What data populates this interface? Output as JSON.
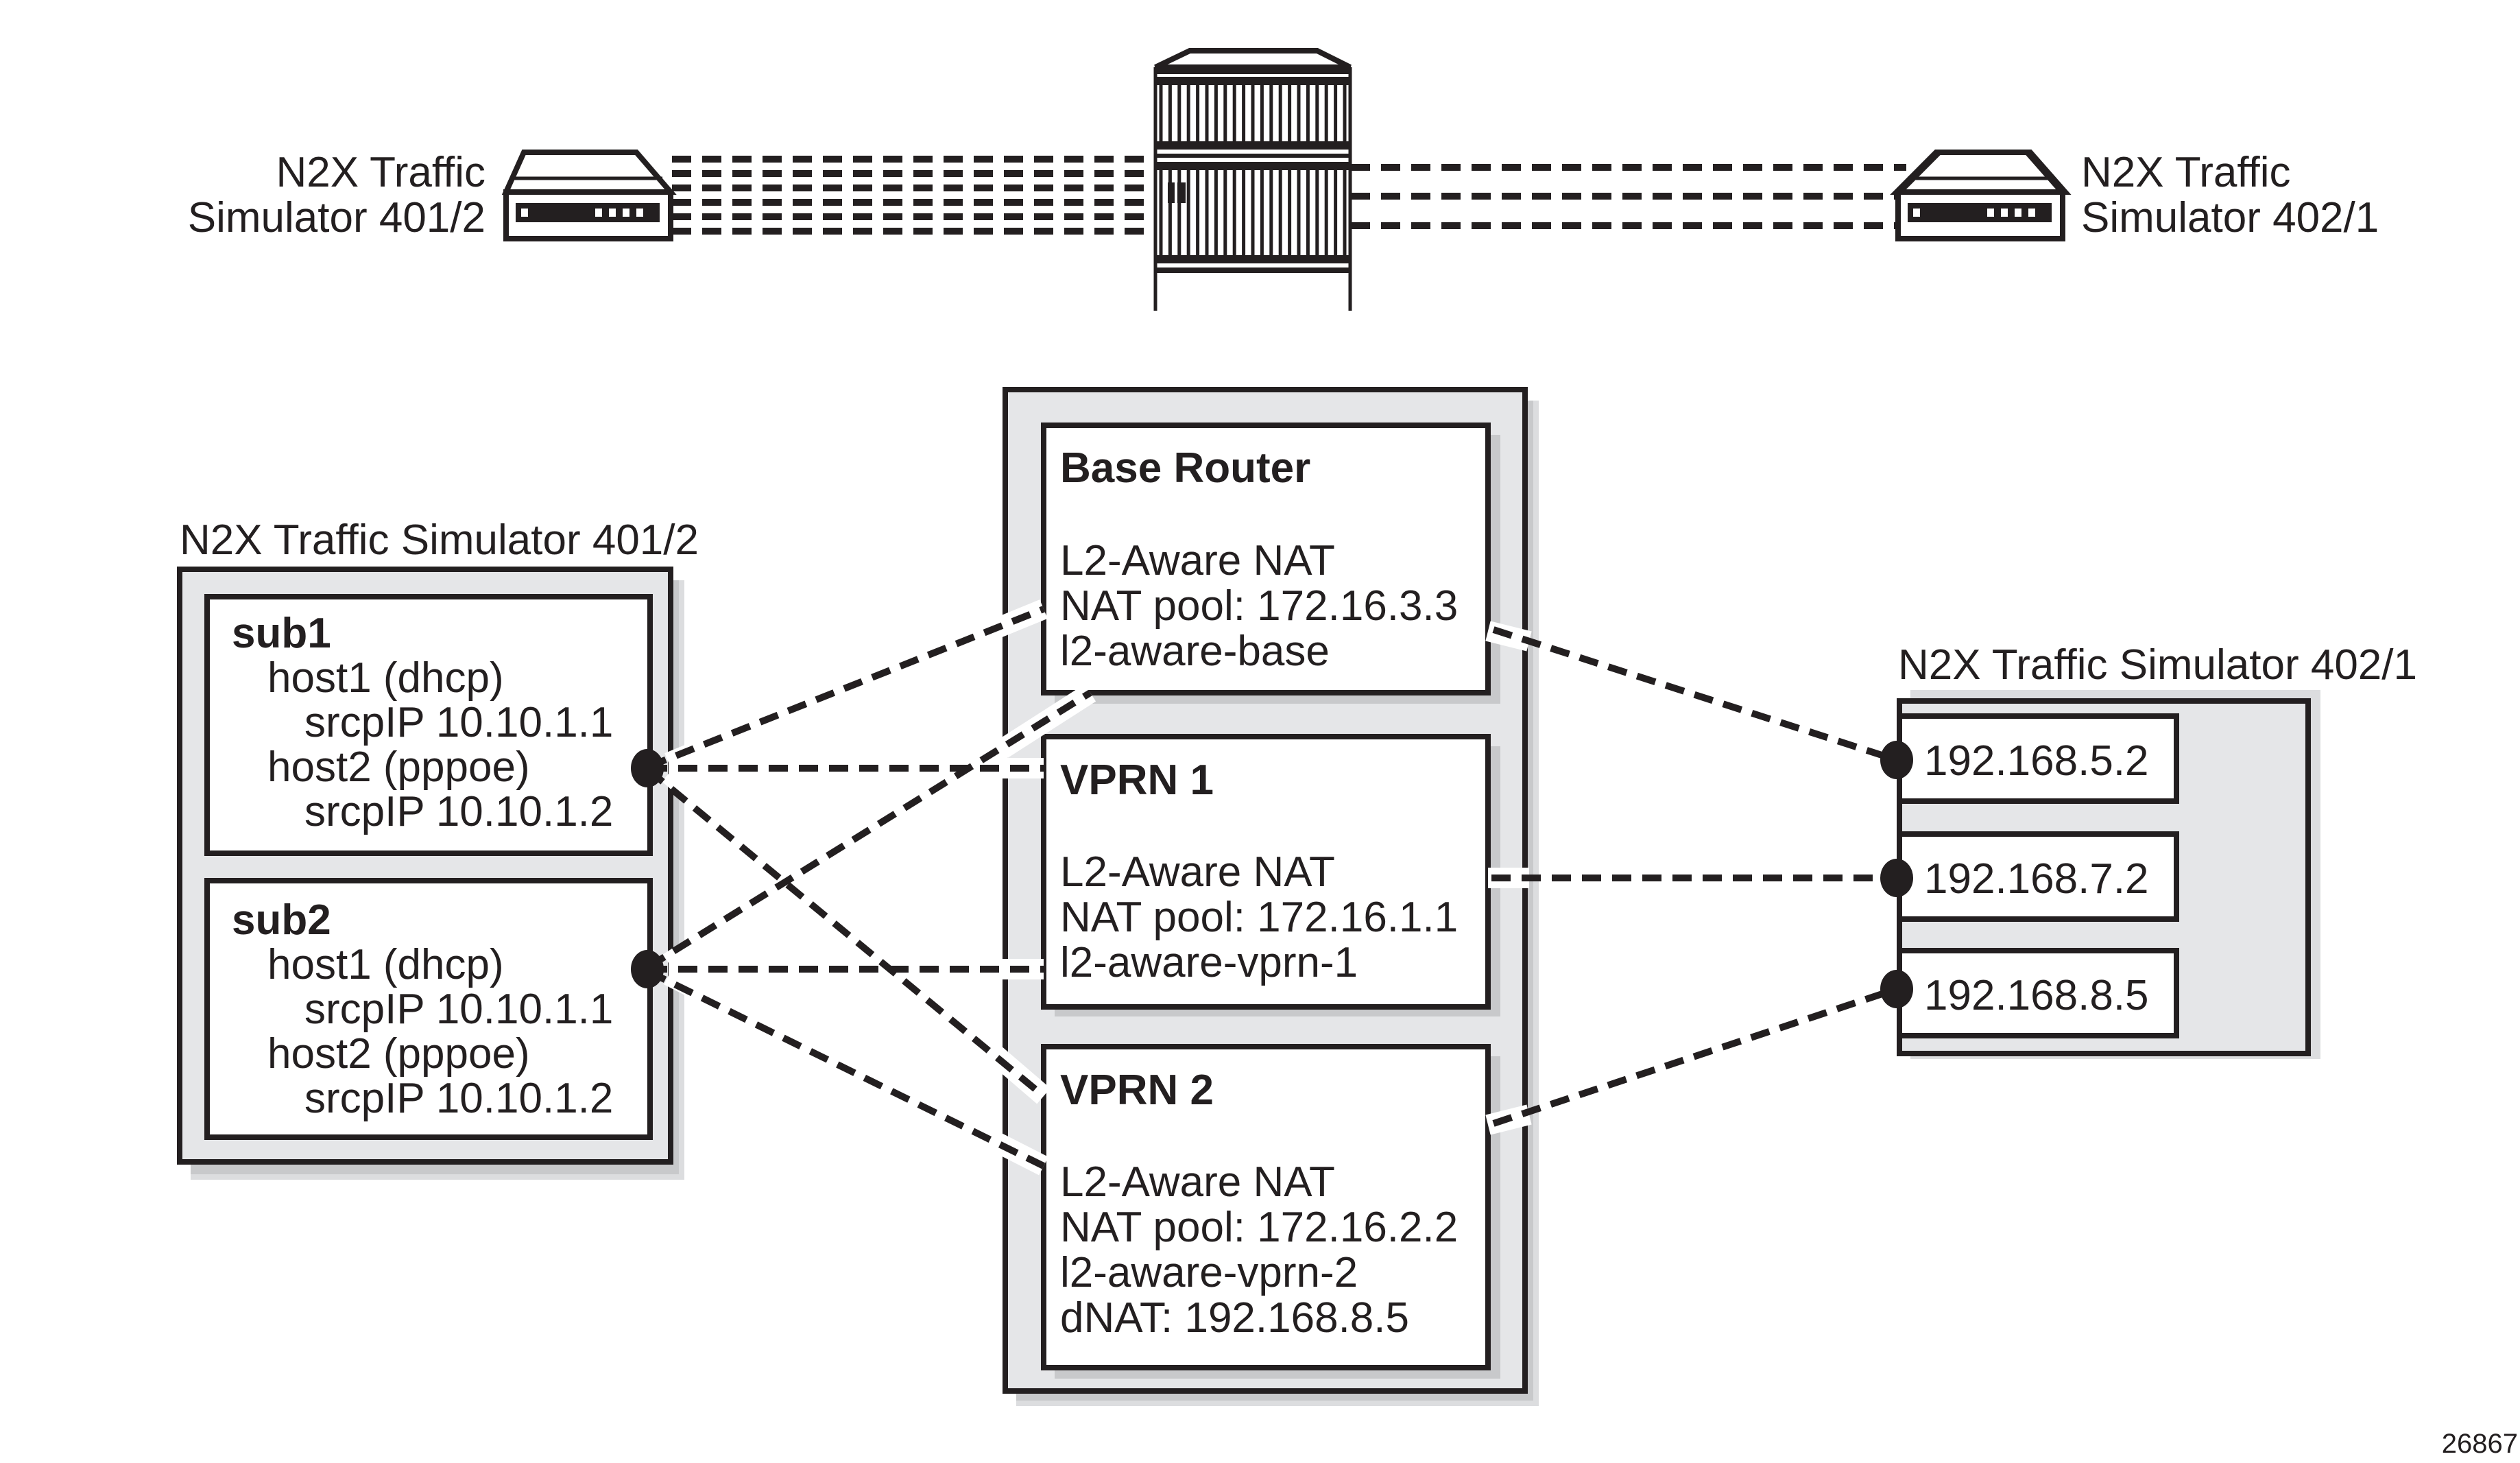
{
  "figure_id": "26867",
  "top_row": {
    "left_device_label": [
      "N2X Traffic",
      "Simulator 401/2"
    ],
    "right_device_label": [
      "N2X Traffic",
      "Simulator 402/1"
    ],
    "center_device_icon": "router-chassis-icon",
    "simulator_icon": "traffic-simulator-icon"
  },
  "left_panel": {
    "title": "N2X Traffic Simulator 401/2",
    "subscribers": [
      {
        "name": "sub1",
        "lines": [
          "host1 (dhcp)",
          "srcpIP 10.10.1.1",
          "host2 (pppoe)",
          "srcpIP 10.10.1.2"
        ]
      },
      {
        "name": "sub2",
        "lines": [
          "host1 (dhcp)",
          "srcpIP 10.10.1.1",
          "host2 (pppoe)",
          "srcpIP 10.10.1.2"
        ]
      }
    ]
  },
  "center_panel": {
    "routers": [
      {
        "name": "Base Router",
        "lines": [
          "L2-Aware NAT",
          "NAT pool: 172.16.3.3",
          "l2-aware-base"
        ]
      },
      {
        "name": "VPRN 1",
        "lines": [
          "L2-Aware NAT",
          "NAT pool: 172.16.1.1",
          "l2-aware-vprn-1"
        ]
      },
      {
        "name": "VPRN 2",
        "lines": [
          "L2-Aware NAT",
          "NAT pool: 172.16.2.2",
          "l2-aware-vprn-2",
          "dNAT: 192.168.8.5"
        ]
      }
    ]
  },
  "right_panel": {
    "title": "N2X Traffic Simulator 402/1",
    "destinations": [
      "192.168.5.2",
      "192.168.7.2",
      "192.168.8.5"
    ]
  },
  "connections": [
    {
      "from": "sub1",
      "to": "Base Router"
    },
    {
      "from": "sub1",
      "to": "VPRN 1"
    },
    {
      "from": "sub1",
      "to": "VPRN 2"
    },
    {
      "from": "sub2",
      "to": "Base Router"
    },
    {
      "from": "sub2",
      "to": "VPRN 1"
    },
    {
      "from": "sub2",
      "to": "VPRN 2"
    },
    {
      "from": "Base Router",
      "to": "192.168.5.2"
    },
    {
      "from": "VPRN 1",
      "to": "192.168.7.2"
    },
    {
      "from": "VPRN 2",
      "to": "192.168.8.5"
    }
  ],
  "colors": {
    "ink": "#231f20",
    "panel_fill": "#e5e6e8",
    "shadow": "#c8c9cb"
  }
}
